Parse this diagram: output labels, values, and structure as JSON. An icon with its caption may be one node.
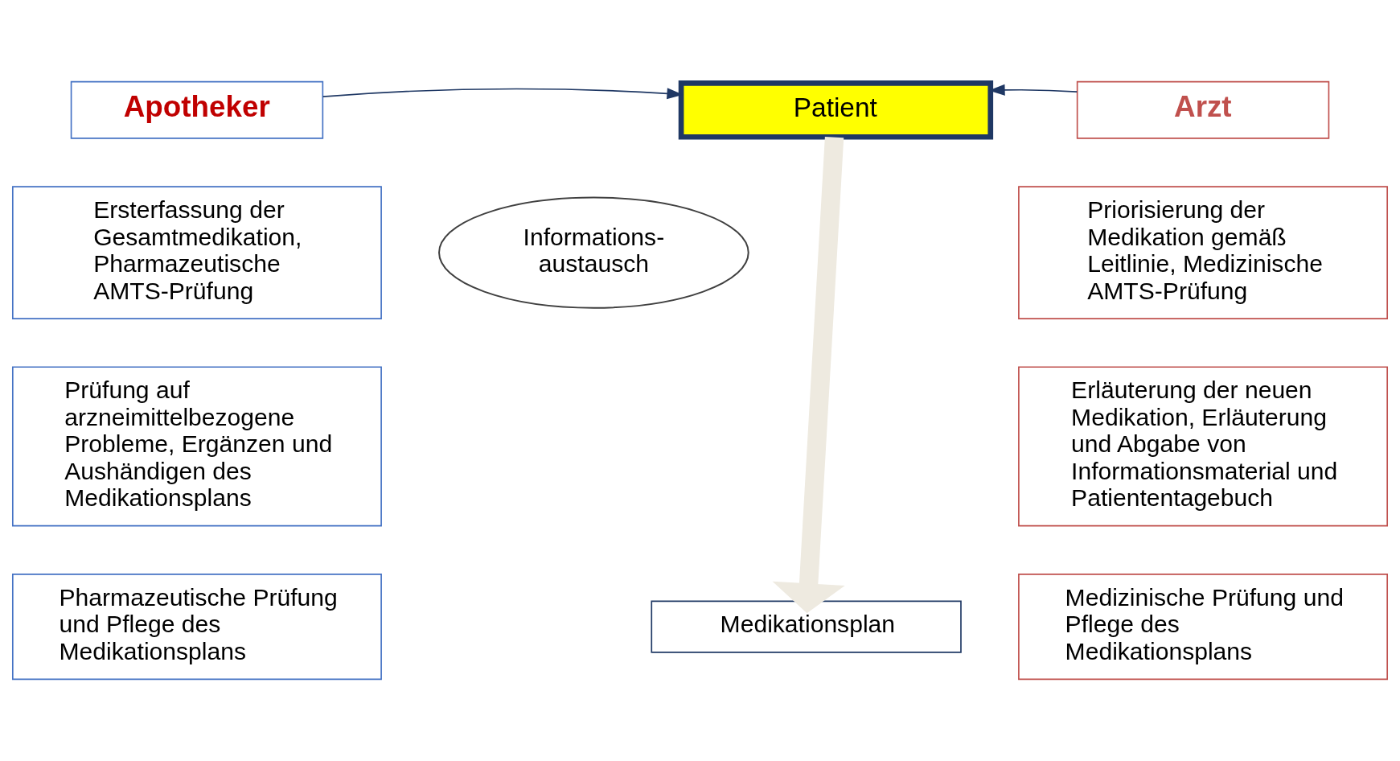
{
  "diagram": {
    "nodes": [
      {
        "text": [
          "Apotheker"
        ]
      },
      {
        "text": [
          "Patient"
        ]
      },
      {
        "text": [
          "Arzt"
        ]
      },
      {
        "text": [
          "Ersterfassung der Gesamtmedikation, Pharmazeutische AMTS-Prüfung"
        ]
      },
      {
        "text": [
          "Prüfung auf arzneimittelbezogene Probleme, Ergänzen und Aushändigen des Medikationsplans"
        ]
      },
      {
        "text": [
          "Pharmazeutische Prüfung und Pflege des Medikationsplans"
        ]
      },
      {
        "text": [
          "Informations- austausch"
        ]
      },
      {
        "text": [
          "Priorisierung der Medikation gemäß Leitlinie, Medizinische AMTS-Prüfung"
        ]
      },
      {
        "text": [
          "Erläuterung der neuen Medikation, Erläuterung und Abgabe von Informationsmaterial und Patiententagebuch"
        ]
      },
      {
        "text": [
          "Medizinische Prüfung und Pflege des Medikationsplans"
        ]
      },
      {
        "text": [
          "Medikationsplan"
        ]
      }
    ],
    "edges": [
      {
        "from": 0,
        "to": 1,
        "arrow": "to"
      },
      {
        "from": 2,
        "to": 1,
        "arrow": "to"
      },
      {
        "from": 1,
        "to": 10,
        "arrow": "to",
        "style": "thick",
        "color": "#eeeae0"
      }
    ]
  }
}
